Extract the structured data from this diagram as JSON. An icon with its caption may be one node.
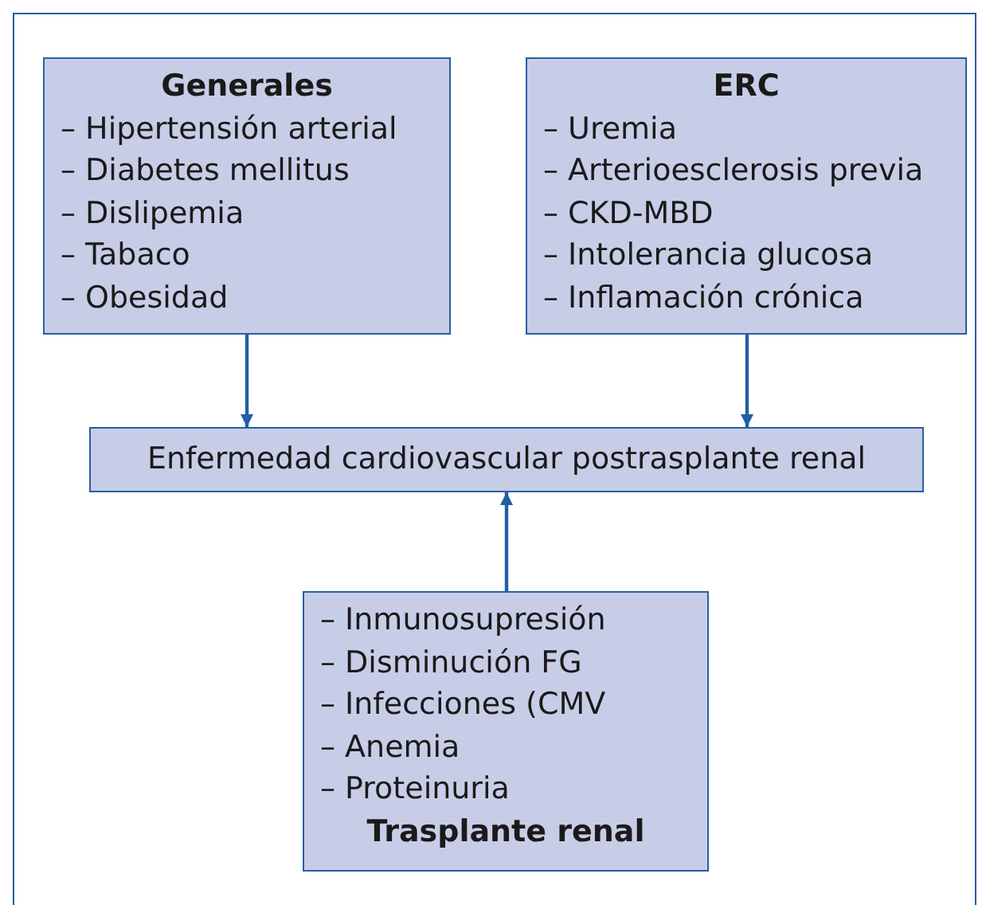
{
  "diagram": {
    "nodes": [
      {
        "text": [
          "Generales",
          "– Hipertensión arterial",
          "– Diabetes mellitus",
          "– Dislipemia",
          "– Tabaco",
          "– Obesidad"
        ]
      },
      {
        "text": [
          "ERC",
          "– Uremia",
          "– Arterioesclerosis previa",
          "– CKD-MBD",
          "– Intolerancia glucosa",
          "– Inflamación crónica"
        ]
      },
      {
        "text": [
          "Enfermedad cardiovascular postrasplante renal"
        ]
      },
      {
        "text": [
          "– Inmunosupresión",
          "– Disminución FG",
          "– Infecciones (CMV",
          "– Anemia",
          "– Proteinuria",
          "Trasplante renal"
        ]
      }
    ],
    "edges": [
      {
        "from": 0,
        "to": 2,
        "arrow": "to"
      },
      {
        "from": 1,
        "to": 2,
        "arrow": "to"
      },
      {
        "from": 3,
        "to": 2,
        "arrow": "to"
      }
    ]
  }
}
